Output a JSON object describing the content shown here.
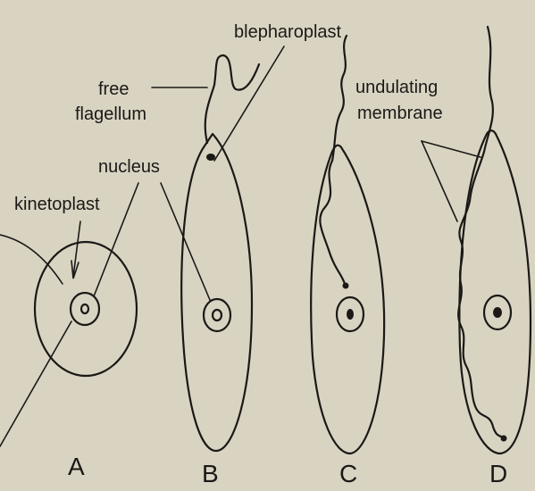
{
  "labels": {
    "blepharoplast": "blepharoplast",
    "free_line1": "free",
    "free_line2": "flagellum",
    "undulating_line1": "undulating",
    "undulating_line2": "membrane",
    "nucleus": "nucleus",
    "kinetoplast": "kinetoplast"
  },
  "stages": {
    "a": "A",
    "b": "B",
    "c": "C",
    "d": "D"
  }
}
